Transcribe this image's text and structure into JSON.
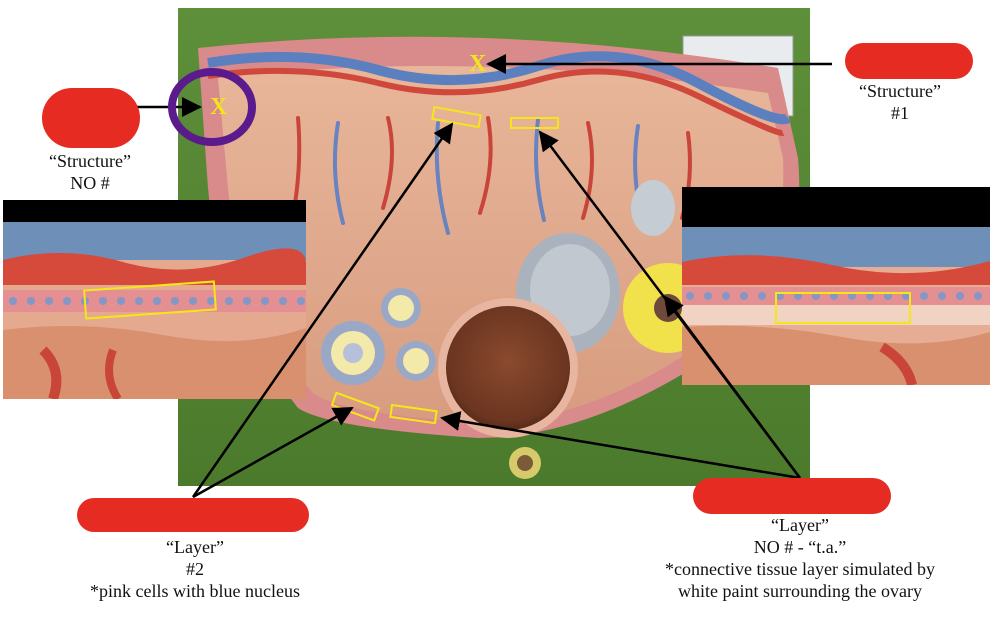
{
  "labels": {
    "top_right": {
      "word": "“Structure”",
      "number": "#1"
    },
    "top_left": {
      "word": "“Structure”",
      "number": "NO #"
    },
    "bottom_left": {
      "word": "“Layer”",
      "number": "#2",
      "note": "*pink cells with blue nucleus"
    },
    "bottom_right": {
      "word": "“Layer”",
      "number": "NO # - “t.a.”",
      "note1": "*connective tissue layer simulated by",
      "note2": "white paint surrounding the ovary"
    }
  },
  "markers": {
    "x_top": "X",
    "x_left": "X"
  },
  "colors": {
    "redaction": "#e52b22",
    "marker": "#f2e51c",
    "circle": "#5b1b8c",
    "highlight": "#f5e61a"
  }
}
